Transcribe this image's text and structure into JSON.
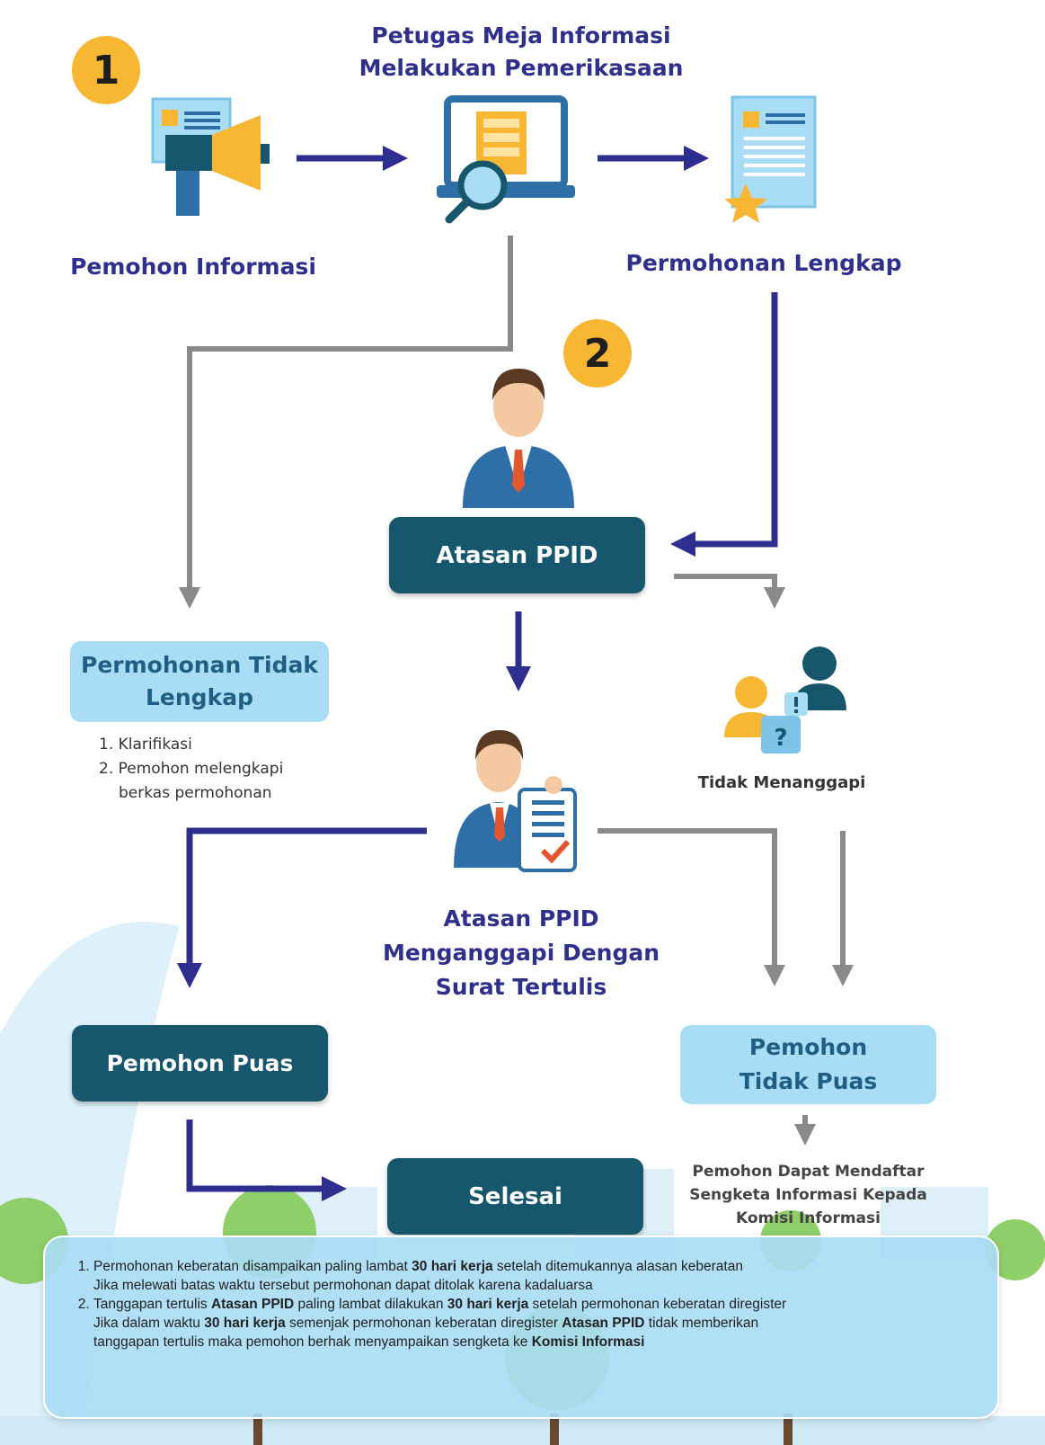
{
  "badges": {
    "step1": "1",
    "step2": "2"
  },
  "nodes": {
    "petugas_line1": "Petugas Meja Informasi",
    "petugas_line2": "Melakukan Pemerikasaan",
    "pemohon_informasi": "Pemohon Informasi",
    "permohonan_lengkap": "Permohonan Lengkap",
    "atasan_ppid": "Atasan PPID",
    "tidak_lengkap_line1": "Permohonan Tidak",
    "tidak_lengkap_line2": "Lengkap",
    "tidak_menanggapi": "Tidak Menanggapi",
    "menanggapi_line1": "Atasan PPID",
    "menanggapi_line2": "Menganggapi Dengan",
    "menanggapi_line3": "Surat Tertulis",
    "pemohon_puas": "Pemohon Puas",
    "tidak_puas_line1": "Pemohon",
    "tidak_puas_line2": "Tidak Puas",
    "selesai": "Selesai"
  },
  "tidak_lengkap_steps": {
    "step1": "1. Klarifikasi",
    "step2_line1": "2. Pemohon melengkapi",
    "step2_line2": "berkas permohonan"
  },
  "sengketa": {
    "line1": "Pemohon Dapat Mendaftar",
    "line2": "Sengketa Informasi Kepada",
    "line3": "Komisi Informasi"
  },
  "notes": {
    "n1_a": "Permohonan keberatan disampaikan paling lambat ",
    "n1_b": "30 hari kerja",
    "n1_c": " setelah ditemukannya alasan keberatan",
    "n1_d": "Jika melewati batas waktu tersebut permohonan dapat ditolak karena kadaluarsa",
    "n2_a": "Tanggapan tertulis ",
    "n2_b": "Atasan PPID",
    "n2_c": " paling lambat dilakukan ",
    "n2_d": "30 hari kerja",
    "n2_e": " setelah permohonan keberatan diregister",
    "n2_f": "Jika dalam waktu ",
    "n2_g": "30 hari kerja",
    "n2_h": " semenjak permohonan keberatan diregister ",
    "n2_i": "Atasan PPID",
    "n2_j": " tidak memberikan",
    "n2_k": "tanggapan tertulis maka pemohon berhak menyampaikan sengketa ke ",
    "n2_l": "Komisi Informasi"
  },
  "colors": {
    "flow_arrow": "#2e2e8f",
    "gray_arrow": "#8a8a8a",
    "dark_box": "#17576e",
    "light_box": "#a9dcf5",
    "badge": "#f7b733"
  },
  "icons": {
    "megaphone": "megaphone-icon",
    "laptop": "laptop-search-icon",
    "document": "document-star-icon",
    "person": "person-icon",
    "person_doc": "person-document-icon",
    "people_question": "people-question-icon"
  }
}
